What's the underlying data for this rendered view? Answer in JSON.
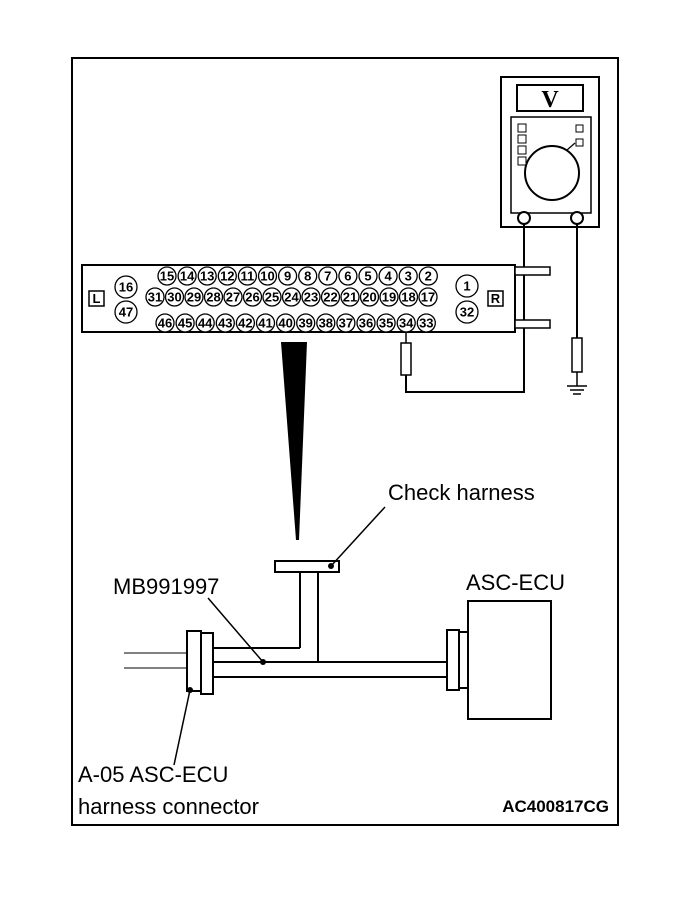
{
  "meter": {
    "unit_label": "V"
  },
  "connector": {
    "side_left": "L",
    "side_right": "R",
    "left_pins": [
      "16",
      "47"
    ],
    "right_pins": [
      "1",
      "32"
    ],
    "row1": [
      "15",
      "14",
      "13",
      "12",
      "11",
      "10",
      "9",
      "8",
      "7",
      "6",
      "5",
      "4",
      "3",
      "2"
    ],
    "row2": [
      "31",
      "30",
      "29",
      "28",
      "27",
      "26",
      "25",
      "24",
      "23",
      "22",
      "21",
      "20",
      "19",
      "18",
      "17"
    ],
    "row3": [
      "46",
      "45",
      "44",
      "43",
      "42",
      "41",
      "40",
      "39",
      "38",
      "37",
      "36",
      "35",
      "34",
      "33"
    ]
  },
  "labels": {
    "check_harness": "Check harness",
    "special_tool": "MB991997",
    "ecu": "ASC-ECU",
    "harness_connector_line1": "A-05 ASC-ECU",
    "harness_connector_line2": "harness connector",
    "figure_code": "AC400817CG"
  },
  "icons": [
    "voltmeter-icon",
    "ground-icon",
    "test-probe-icon"
  ]
}
